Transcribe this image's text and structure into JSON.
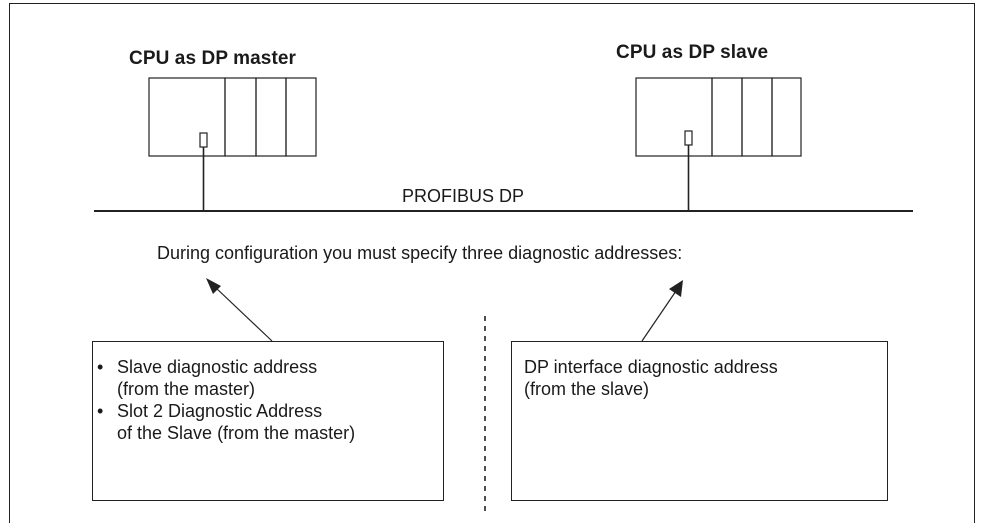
{
  "master": {
    "title": "CPU as DP master"
  },
  "slave": {
    "title": "CPU as DP slave"
  },
  "bus": {
    "label": "PROFIBUS DP"
  },
  "caption": "During configuration you must specify three diagnostic addresses:",
  "left_box": {
    "items": [
      {
        "line1": "Slave diagnostic address",
        "line2": "(from the master)"
      },
      {
        "line1": "Slot 2 Diagnostic Address",
        "line2": "of the Slave (from the master)"
      }
    ],
    "bullet": "•"
  },
  "right_box": {
    "line1": "DP interface diagnostic address",
    "line2": "(from the slave)"
  }
}
